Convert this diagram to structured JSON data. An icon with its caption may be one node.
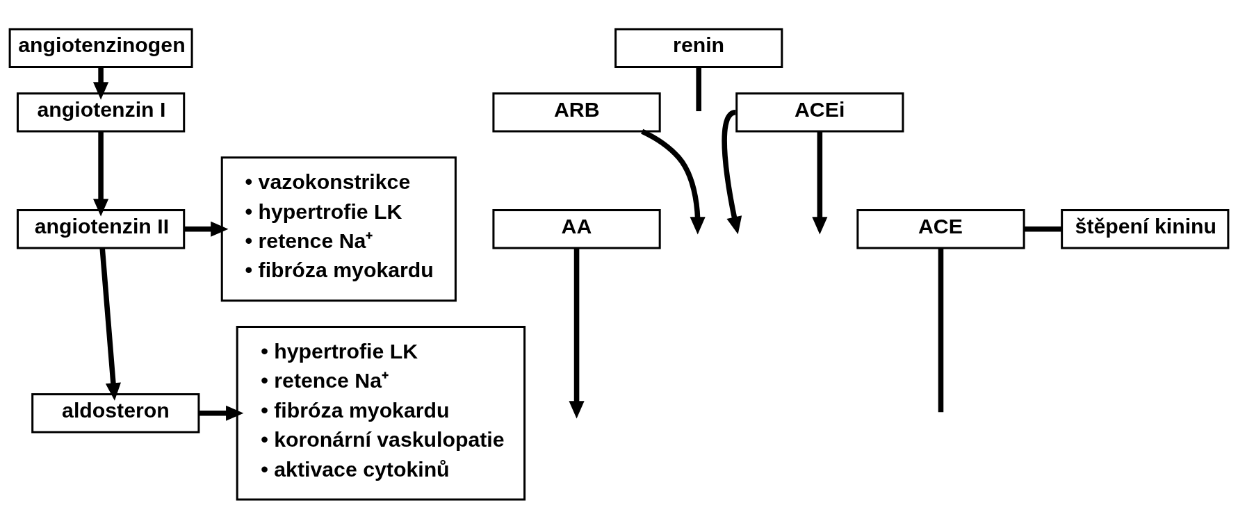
{
  "diagram": {
    "nodes": [
      {
        "text": [
          "angiotenzinogen"
        ]
      },
      {
        "text": [
          "renin"
        ]
      },
      {
        "text": [
          "angiotenzin I"
        ]
      },
      {
        "text": [
          "ACEi"
        ]
      },
      {
        "text": [
          "ACE"
        ]
      },
      {
        "text": [
          "štěpení kininu"
        ]
      },
      {
        "text": [
          "angiotenzin II"
        ]
      },
      {
        "text": [
          "ARB"
        ]
      },
      {
        "text": [
          "AA"
        ]
      },
      {
        "text": [
          "aldosteron"
        ]
      },
      {
        "text": [
          "• vazokonstrikce",
          "• hypertrofie LK",
          "• retence Na⁺",
          "• fibróza myokardu"
        ]
      },
      {
        "text": [
          "• hypertrofie LK",
          "• retence Na⁺",
          "• fibróza myokardu",
          "• koronární vaskulopatie",
          "• aktivace cytokinů"
        ]
      }
    ],
    "edges": [
      {
        "from": 0,
        "to": 2,
        "arrow": "to"
      },
      {
        "from": 1,
        "to": null,
        "arrow": "none"
      },
      {
        "from": 2,
        "to": 6,
        "arrow": "to"
      },
      {
        "from": 4,
        "to": null,
        "arrow": "none"
      },
      {
        "from": 4,
        "to": 5,
        "arrow": "none"
      },
      {
        "from": 3,
        "to": null,
        "arrow": "to"
      },
      {
        "from": 3,
        "to": null,
        "arrow": "to"
      },
      {
        "from": 6,
        "to": 10,
        "arrow": "to"
      },
      {
        "from": 7,
        "to": null,
        "arrow": "to"
      },
      {
        "from": 6,
        "to": 9,
        "arrow": "to"
      },
      {
        "from": 9,
        "to": 11,
        "arrow": "to"
      },
      {
        "from": 8,
        "to": null,
        "arrow": "to"
      }
    ]
  }
}
